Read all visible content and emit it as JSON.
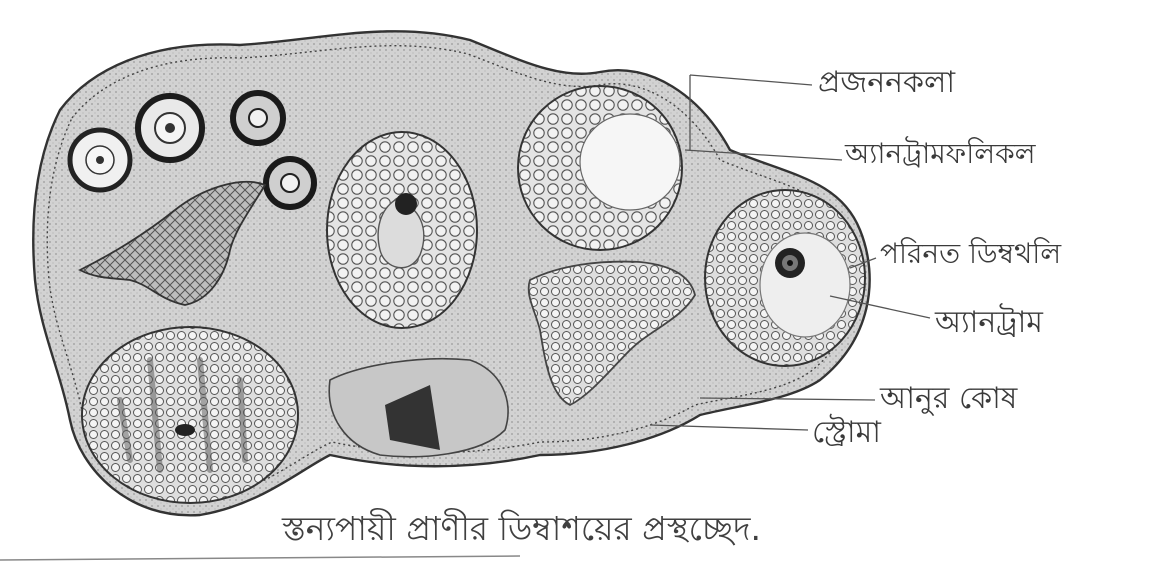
{
  "labels": {
    "germinal_epithelium": "প্রজননকলা",
    "graafian_follicle": "অ্যানট্রামফলিকল",
    "mature_ovum": "পরিনত ডিম্বথলি",
    "antrum": "অ্যানট্রাম",
    "corpus_luteum": "আনুর কোষ",
    "stroma": "স্ট্রোমা"
  },
  "caption": "স্তন্যপায়ী প্রাণীর ডিম্বাশয়ের প্রস্থচ্ছেদ.",
  "colors": {
    "ink": "#3a3a3a",
    "shading": "#c9c9c9",
    "background": "#ffffff"
  }
}
